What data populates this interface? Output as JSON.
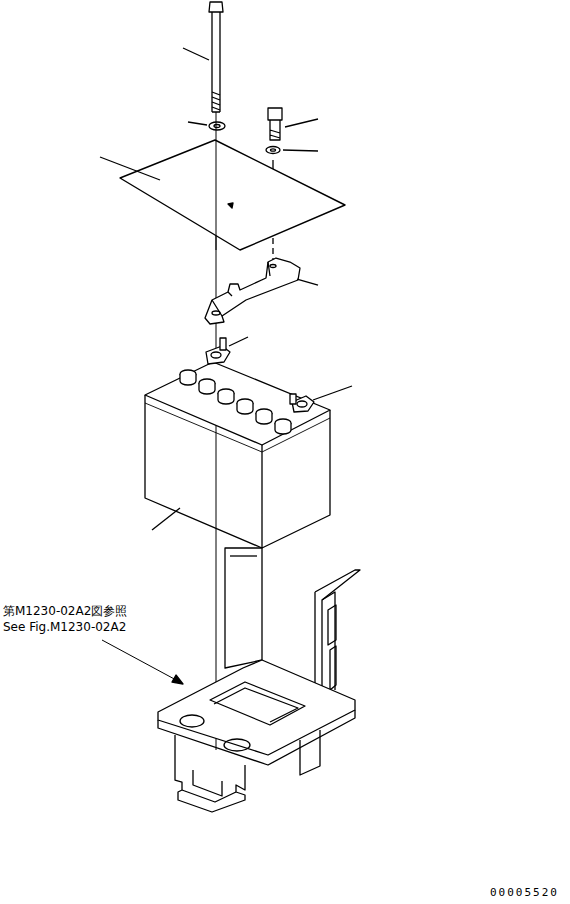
{
  "diagram": {
    "labels": [
      "第M1230-02A2図参照",
      "See Fig.M1230-02A2",
      "00005520"
    ]
  }
}
